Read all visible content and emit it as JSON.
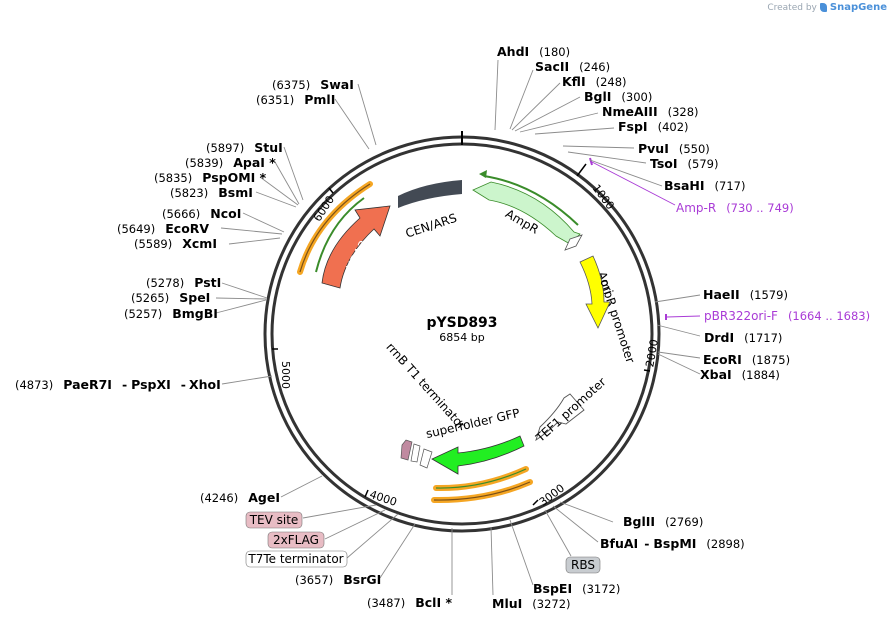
{
  "brand": {
    "created_by": "Created by",
    "app": "SnapGene"
  },
  "plasmid": {
    "name": "pYSD893",
    "length": "6854 bp"
  },
  "ticks": [
    "1000",
    "2000",
    "3000",
    "4000",
    "5000",
    "6000"
  ],
  "enzymes": {
    "ahdi": {
      "name": "AhdI",
      "pos": "(180)"
    },
    "sacii": {
      "name": "SacII",
      "pos": "(246)"
    },
    "kfli": {
      "name": "KflI",
      "pos": "(248)"
    },
    "bgli": {
      "name": "BglI",
      "pos": "(300)"
    },
    "nmeaiii": {
      "name": "NmeAIII",
      "pos": "(328)"
    },
    "fspi": {
      "name": "FspI",
      "pos": "(402)"
    },
    "pvui": {
      "name": "PvuI",
      "pos": "(550)"
    },
    "tsoi": {
      "name": "TsoI",
      "pos": "(579)"
    },
    "bsahi": {
      "name": "BsaHI",
      "pos": "(717)"
    },
    "haeii": {
      "name": "HaeII",
      "pos": "(1579)"
    },
    "drdi": {
      "name": "DrdI",
      "pos": "(1717)"
    },
    "ecori": {
      "name": "EcoRI",
      "pos": "(1875)"
    },
    "xbai": {
      "name": "XbaI",
      "pos": "(1884)"
    },
    "bglii": {
      "name": "BglII",
      "pos": "(2769)"
    },
    "bfuai": {
      "name": "BfuAI",
      "sep": "-",
      "name2": "BspMI",
      "pos": "(2898)"
    },
    "bspei": {
      "name": "BspEI",
      "pos": "(3172)"
    },
    "mlui": {
      "name": "MluI",
      "pos": "(3272)"
    },
    "bcli": {
      "name": "BclI *",
      "pos": "(3487)"
    },
    "bsrgi": {
      "name": "BsrGI",
      "pos": "(3657)"
    },
    "agei": {
      "name": "AgeI",
      "pos": "(4246)"
    },
    "paer7i": {
      "name": "PaeR7I",
      "sep1": "-",
      "name2": "PspXI",
      "sep2": "-",
      "name3": "XhoI",
      "pos": "(4873)"
    },
    "bmgbi": {
      "name": "BmgBI",
      "pos": "(5257)"
    },
    "spei": {
      "name": "SpeI",
      "pos": "(5265)"
    },
    "psti": {
      "name": "PstI",
      "pos": "(5278)"
    },
    "xcmi": {
      "name": "XcmI",
      "pos": "(5589)"
    },
    "ecorv": {
      "name": "EcoRV",
      "pos": "(5649)"
    },
    "ncoi": {
      "name": "NcoI",
      "pos": "(5666)"
    },
    "bsmi": {
      "name": "BsmI",
      "pos": "(5823)"
    },
    "pspomi": {
      "name": "PspOMI *",
      "pos": "(5835)"
    },
    "apai": {
      "name": "ApaI *",
      "pos": "(5839)"
    },
    "stui": {
      "name": "StuI",
      "pos": "(5897)"
    },
    "pmli": {
      "name": "PmlI",
      "pos": "(6351)"
    },
    "swai": {
      "name": "SwaI",
      "pos": "(6375)"
    }
  },
  "primers": {
    "ampr": {
      "name": "Amp-R",
      "range": "(730 .. 749)"
    },
    "pbr322": {
      "name": "pBR322ori-F",
      "range": "(1664 .. 1683)"
    }
  },
  "features": {
    "cen_ars": "CEN/ARS",
    "ampr": "AmpR",
    "ampr_promoter": "AmpR promoter",
    "ori": "ori",
    "tef1": "TEF1 promoter",
    "sfgfp": "superfolder GFP",
    "rrnb": "rrnB T1 terminator",
    "ura3": "URA3"
  },
  "boxes": {
    "tev": "TEV site",
    "flag": "2xFLAG",
    "t7te": "T7Te terminator",
    "rbs": "RBS"
  },
  "colors": {
    "backbone": "#333333",
    "cen_ars": "#434a54",
    "ampr": "#ccf5cc",
    "ori": "#ffff00",
    "sfgfp": "#22ee22",
    "ura3": "#f07050",
    "primer": "#a93bd6",
    "translation_orange": "#f5a623",
    "translation_green": "#3a8c2a",
    "tev_box": "#e8bcc4",
    "rbs_box": "#c8ccd0"
  }
}
